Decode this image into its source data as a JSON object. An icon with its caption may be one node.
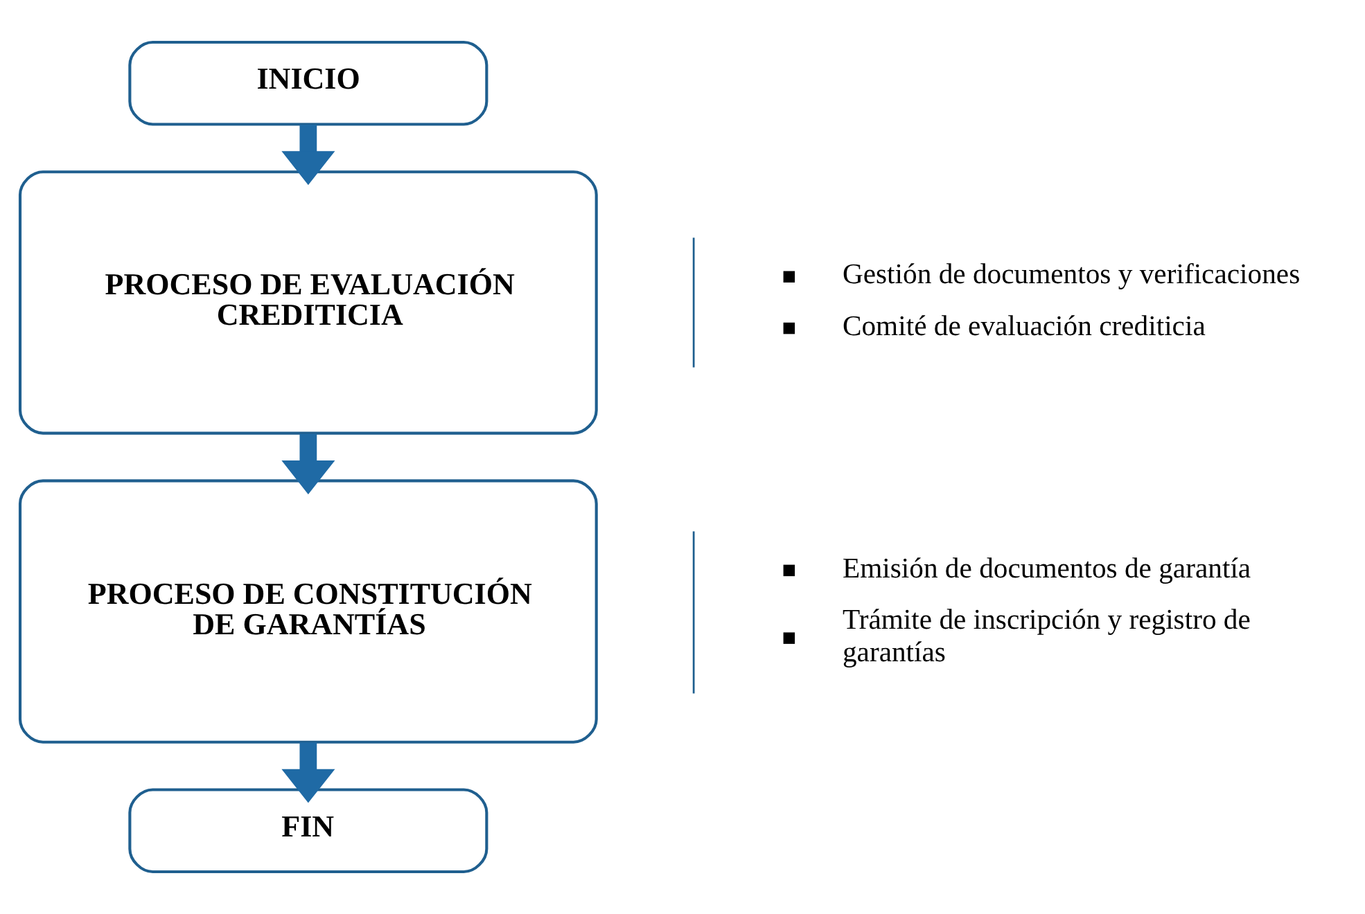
{
  "diagram": {
    "nodes": [
      {
        "text": [
          "INICIO"
        ]
      },
      {
        "text": [
          "PROCESO DE EVALUACIÓN CREDITICIA"
        ],
        "beside": [
          "Gestión de documentos y verificaciones",
          "Comité de evaluación crediticia"
        ]
      },
      {
        "text": [
          "PROCESO DE CONSTITUCIÓN DE GARANTÍAS"
        ],
        "beside": [
          "Emisión de documentos de garantía",
          "Trámite de inscripción y registro de garantías"
        ]
      },
      {
        "text": [
          "FIN"
        ]
      }
    ],
    "edges": [
      {
        "from": 0,
        "to": 1,
        "arrow": "to"
      },
      {
        "from": 1,
        "to": 2,
        "arrow": "to"
      },
      {
        "from": 2,
        "to": 3,
        "arrow": "to"
      }
    ]
  }
}
